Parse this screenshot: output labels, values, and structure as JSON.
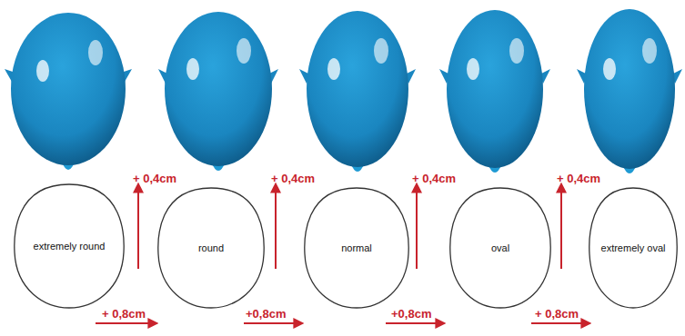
{
  "diagram": {
    "nodes": [
      {
        "text": [
          "extremely round"
        ]
      },
      {
        "text": [
          "round"
        ]
      },
      {
        "text": [
          "normal"
        ]
      },
      {
        "text": [
          "oval"
        ]
      },
      {
        "text": [
          "extremely oval"
        ]
      }
    ],
    "labels": [
      "+ 0,4cm",
      "+ 0,4cm",
      "+ 0,4cm",
      "+ 0,4cm",
      "+ 0,8cm",
      "+0,8cm",
      "+0,8cm",
      "+ 0,8cm"
    ]
  }
}
